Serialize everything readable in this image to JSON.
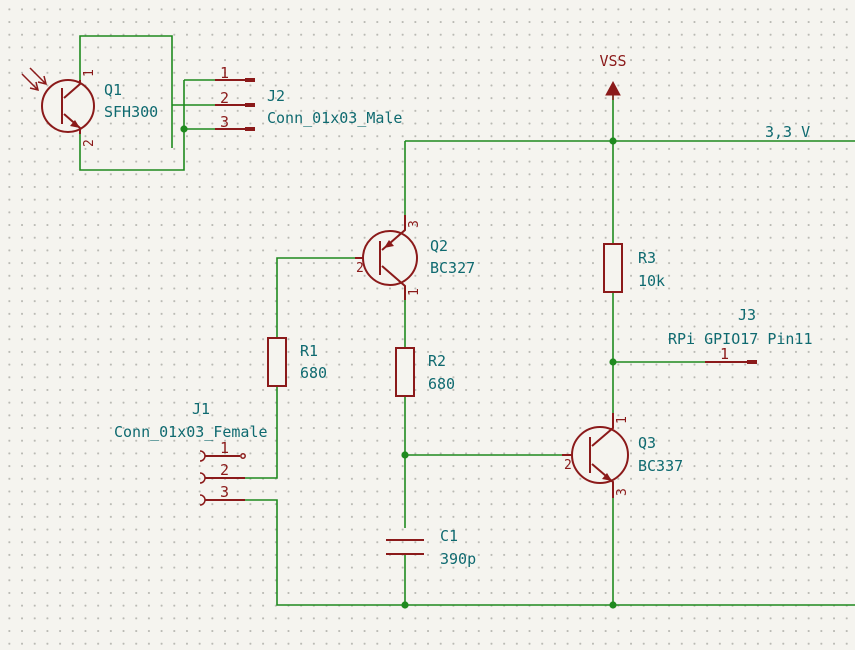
{
  "power": {
    "vss": "VSS"
  },
  "net_labels": {
    "rail": "3,3 V"
  },
  "components": {
    "Q1": {
      "ref": "Q1",
      "value": "SFH300",
      "pins": [
        "1",
        "2"
      ]
    },
    "Q2": {
      "ref": "Q2",
      "value": "BC327",
      "pins": [
        "1",
        "2",
        "3"
      ]
    },
    "Q3": {
      "ref": "Q3",
      "value": "BC337",
      "pins": [
        "1",
        "2",
        "3"
      ]
    },
    "R1": {
      "ref": "R1",
      "value": "680"
    },
    "R2": {
      "ref": "R2",
      "value": "680"
    },
    "R3": {
      "ref": "R3",
      "value": "10k"
    },
    "C1": {
      "ref": "C1",
      "value": "390p"
    },
    "J1": {
      "ref": "J1",
      "value": "Conn_01x03_Female",
      "pins": [
        "1",
        "2",
        "3"
      ]
    },
    "J2": {
      "ref": "J2",
      "value": "Conn_01x03_Male",
      "pins": [
        "1",
        "2",
        "3"
      ]
    },
    "J3": {
      "ref": "J3",
      "value": "RPi GPIO17 Pin11",
      "pins": [
        "1"
      ]
    }
  },
  "colors": {
    "background": "#f5f4ef",
    "wire": "#1f8a1f",
    "symbol": "#8b1a1a",
    "text": "#0f6a70"
  }
}
